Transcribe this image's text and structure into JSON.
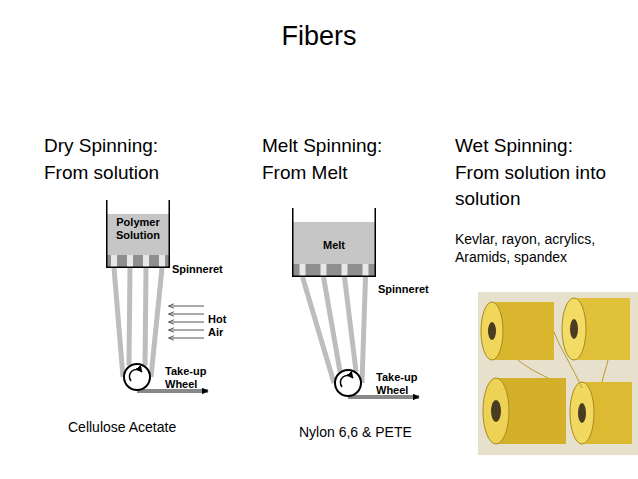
{
  "diagram": {
    "title": "Fibers",
    "nodes": [
      {
        "text": [
          "Polymer Solution"
        ]
      },
      {
        "text": [
          "Take-up Wheel"
        ]
      },
      {
        "text": [
          "Melt"
        ]
      },
      {
        "text": [
          "Take-up Wheel"
        ]
      }
    ],
    "edges": [
      {
        "from": 0,
        "to": 1,
        "arrow": "none"
      },
      {
        "from": 2,
        "to": 3,
        "arrow": "none"
      }
    ],
    "labels": [
      "Dry Spinning:",
      "From solution",
      "Melt Spinning:",
      "From Melt",
      "Wet Spinning:",
      "From solution into solution",
      "Kevlar, rayon, acrylics, Aramids, spandex",
      "Spinneret",
      "Hot Air",
      "Cellulose Acetate",
      "Spinneret",
      "Nylon 6,6 & PETE"
    ]
  }
}
